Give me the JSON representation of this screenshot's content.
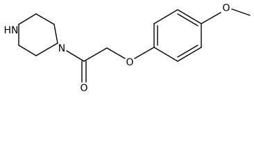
{
  "atom_labels": {
    "nh": "HN",
    "n": "N",
    "carbonyl_o": "O",
    "ether_o": "O",
    "methoxy_o": "O"
  },
  "colors": {
    "bond": "#000000",
    "background": "#ffffff"
  }
}
